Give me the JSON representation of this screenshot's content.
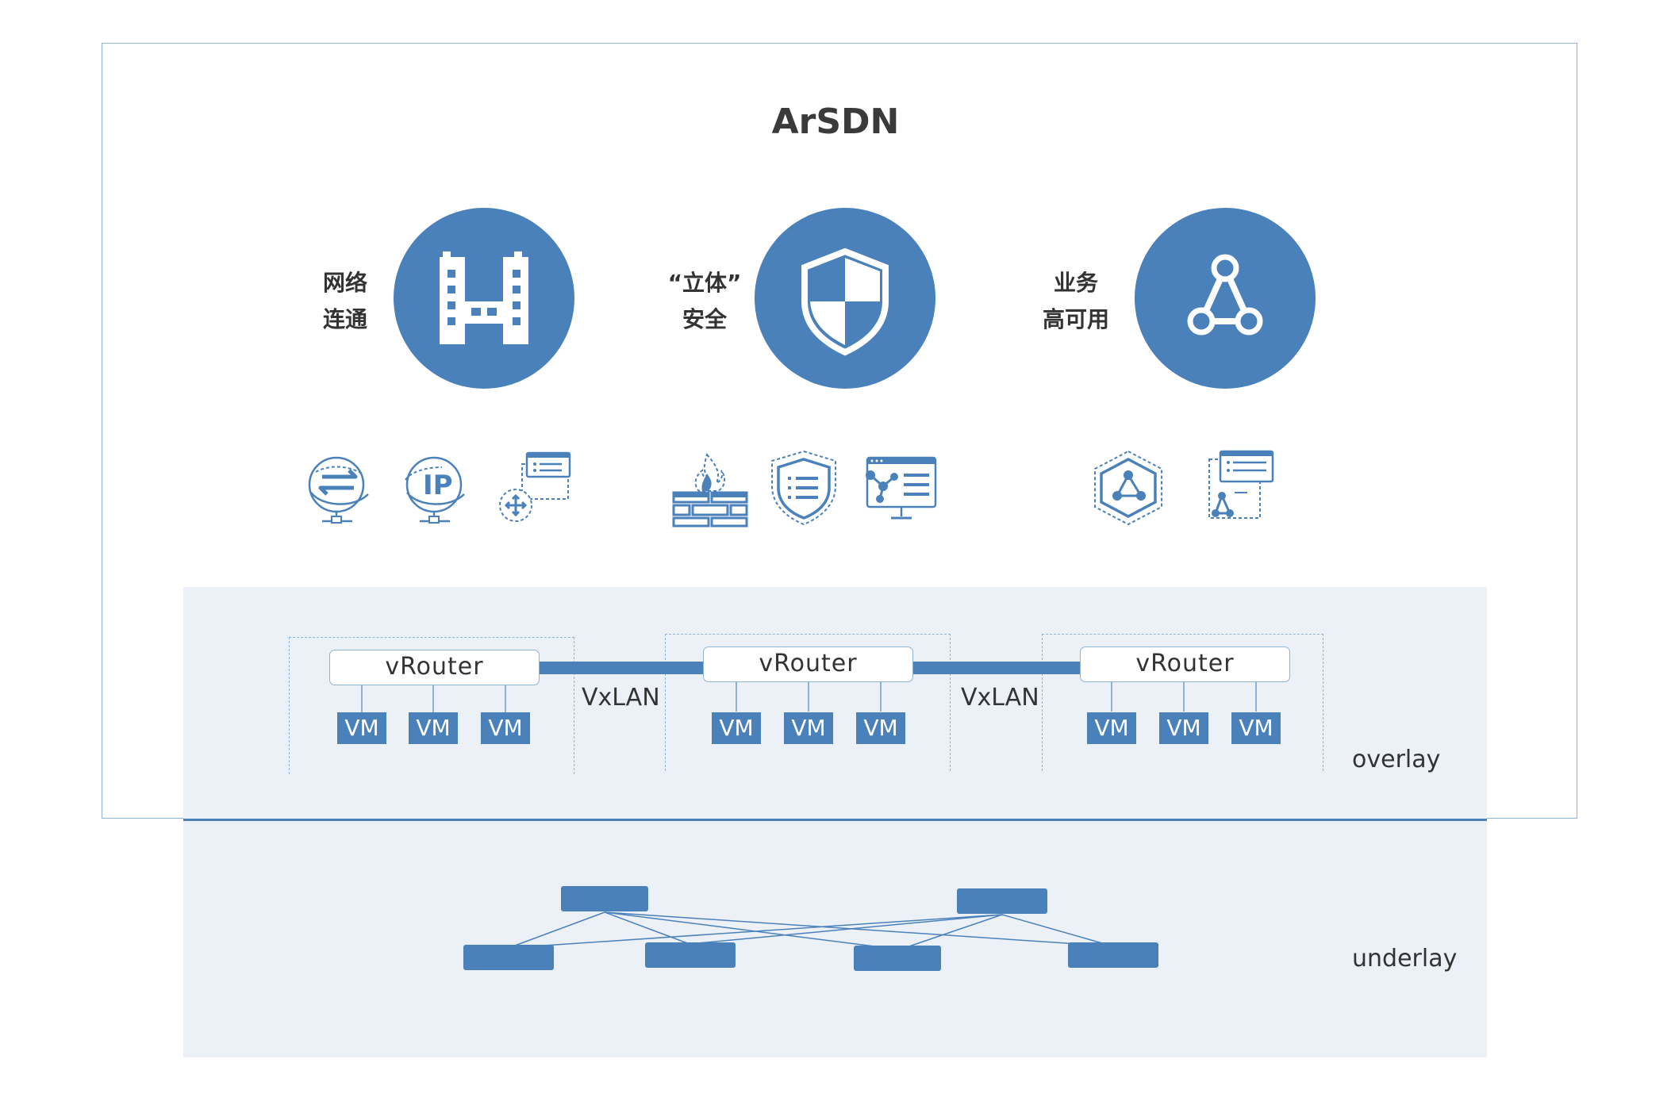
{
  "title": "ArSDN",
  "features": [
    {
      "label_line1": "网络",
      "label_line2": "连通",
      "icon": "building-icon"
    },
    {
      "label_line1": "“立体”",
      "label_line2": "安全",
      "icon": "shield-icon"
    },
    {
      "label_line1": "业务",
      "label_line2": "高可用",
      "icon": "triangle-nodes-icon"
    }
  ],
  "sub_icons": [
    "globe-exchange-icon",
    "globe-ip-icon",
    "route-config-icon",
    "firewall-icon",
    "shield-list-icon",
    "monitor-topology-icon",
    "cube-nodes-icon",
    "document-topology-icon"
  ],
  "overlay": {
    "label": "overlay",
    "tunnel_label": "VxLAN",
    "groups": [
      {
        "router": "vRouter",
        "vms": [
          "VM",
          "VM",
          "VM"
        ]
      },
      {
        "router": "vRouter",
        "vms": [
          "VM",
          "VM",
          "VM"
        ]
      },
      {
        "router": "vRouter",
        "vms": [
          "VM",
          "VM",
          "VM"
        ]
      }
    ]
  },
  "underlay": {
    "label": "underlay"
  },
  "colors": {
    "primary": "#4a81bb",
    "band": "#ecf1f8",
    "border": "#8fb3d3"
  }
}
